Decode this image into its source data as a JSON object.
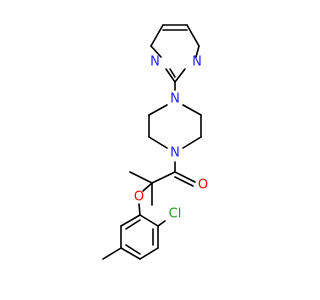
{
  "molecule": {
    "atoms": [
      {
        "id": "N_pyr_left",
        "symbol": "N",
        "color": "#2020ff"
      },
      {
        "id": "N_pyr_right",
        "symbol": "N",
        "color": "#2020ff"
      },
      {
        "id": "N_pip_top",
        "symbol": "N",
        "color": "#2020ff"
      },
      {
        "id": "N_pip_bottom",
        "symbol": "N",
        "color": "#2020ff"
      },
      {
        "id": "O_carbonyl",
        "symbol": "O",
        "color": "#ff0000"
      },
      {
        "id": "O_ether",
        "symbol": "O",
        "color": "#ff0000"
      },
      {
        "id": "Cl",
        "symbol": "Cl",
        "color": "#1fa01f"
      }
    ],
    "bond_color": "#000000"
  }
}
